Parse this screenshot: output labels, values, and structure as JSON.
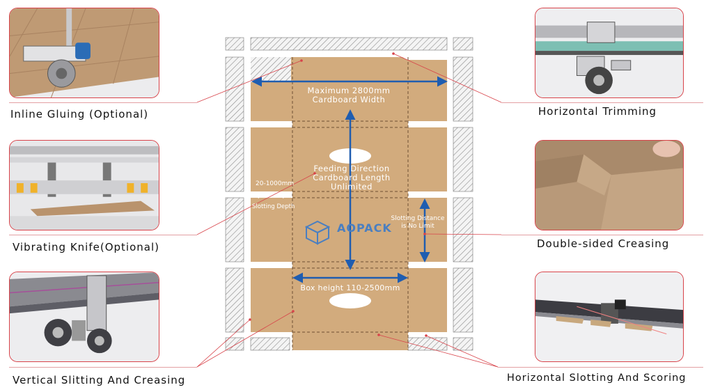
{
  "features": {
    "inline_gluing": "Inline Gluing (Optional)",
    "vibrating_knife": "Vibrating Knife(Optional)",
    "vertical_slitting": "Vertical Slitting And Creasing",
    "horizontal_trimming": "Horizontal Trimming",
    "double_creasing": "Double-sided Creasing",
    "horizontal_slotting": "Horizontal Slotting And Scoring"
  },
  "diagram": {
    "max_width_line1": "Maximum 2800mm",
    "max_width_line2": "Cardboard Width",
    "feed_line1": "Feeding Direction",
    "feed_line2": "Cardboard Length",
    "feed_line3": "Unlimited",
    "slot_depth_value": "20-1000mm",
    "slot_depth_label": "Slotting Depth",
    "slot_distance_line1": "Slotting Distance",
    "slot_distance_line2": "is No Limit",
    "box_height": "Box height 110-2500mm",
    "brand": "AOPACK"
  },
  "colors": {
    "cardboard": "#d2ab7d",
    "arrow": "#1f5db0",
    "accent": "#d8434a",
    "brand": "#4a7fc1"
  }
}
